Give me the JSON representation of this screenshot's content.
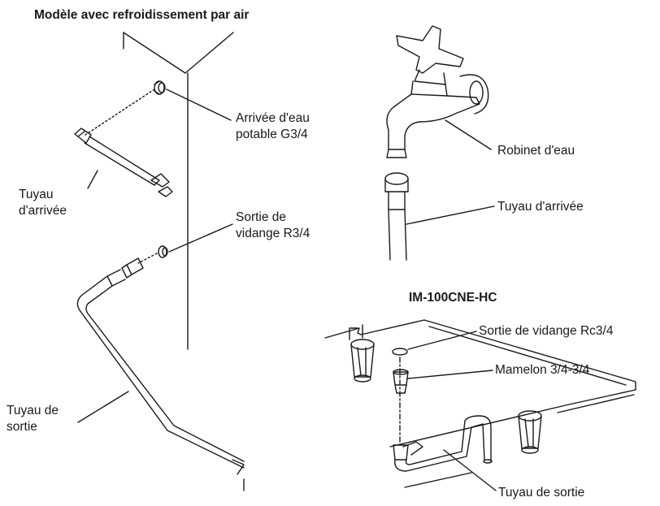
{
  "titles": {
    "air_cooled_model": "Modèle avec refroidissement par air",
    "model_code": "IM-100CNE-HC"
  },
  "labels": {
    "water_inlet_line1": "Arrivée d'eau",
    "water_inlet_line2": "potable G3/4",
    "inlet_hose_line1": "Tuyau",
    "inlet_hose_line2": "d'arrivée",
    "drain_outlet_line1": "Sortie de",
    "drain_outlet_line2": "vidange R3/4",
    "outlet_hose_line1": "Tuyau de",
    "outlet_hose_line2": "sortie",
    "water_tap": "Robinet d'eau",
    "inlet_hose_right": "Tuyau d'arrivée",
    "drain_outlet_rc": "Sortie de vidange Rc3/4",
    "nipple": "Mamelon 3/4-3/4",
    "outlet_hose_right": "Tuyau de sortie"
  },
  "colors": {
    "ink": "#1a1a1a",
    "background": "#ffffff"
  }
}
